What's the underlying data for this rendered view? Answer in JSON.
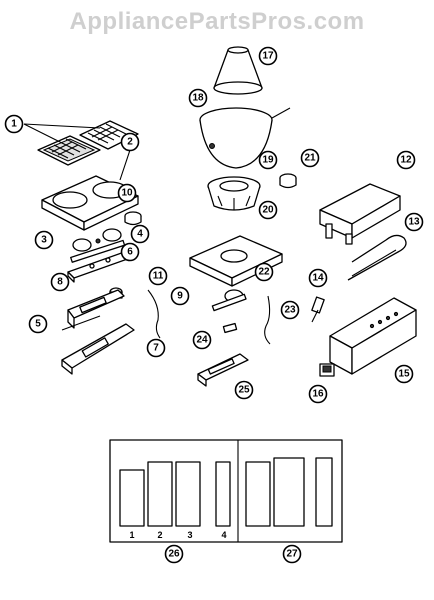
{
  "watermark": "AppliancePartsPros.com",
  "callouts": [
    "1",
    "2",
    "3",
    "4",
    "5",
    "6",
    "7",
    "8",
    "9",
    "10",
    "11",
    "12",
    "13",
    "14",
    "15",
    "16",
    "17",
    "18",
    "19",
    "20",
    "21",
    "22",
    "23",
    "24",
    "25",
    "26",
    "27"
  ],
  "trim_panel_labels": [
    "1",
    "2",
    "3",
    "4"
  ]
}
